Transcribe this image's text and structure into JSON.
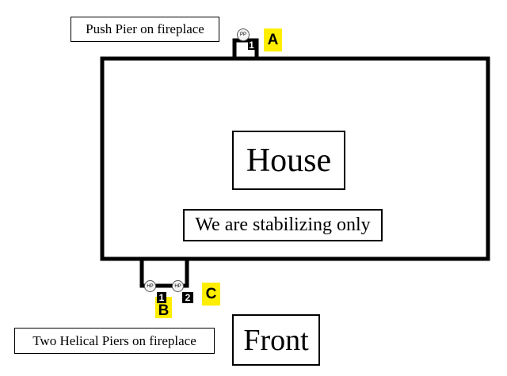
{
  "colors": {
    "outline": "#000000",
    "label_highlight": "#ffee00",
    "pier_number_bg": "#000000"
  },
  "labels": {
    "push_pier_callout": "Push Pier on fireplace",
    "helical_piers_callout": "Two Helical Piers on fireplace",
    "house": "House",
    "note": "We are stabilizing only",
    "front": "Front"
  },
  "markers": {
    "a": "A",
    "b": "B",
    "c": "C",
    "pp": "PP",
    "hp": "HP",
    "one": "1",
    "two": "2"
  }
}
